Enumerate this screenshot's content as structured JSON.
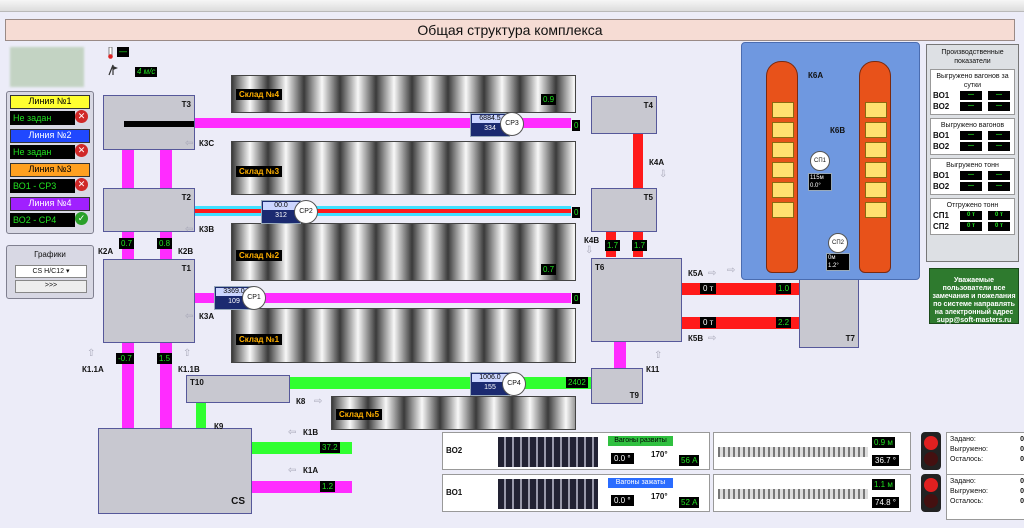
{
  "page_title": "Общая структура комплекса",
  "weather": {
    "temperature": "—",
    "wind": "4 м/с"
  },
  "lines": [
    {
      "label": "Линия №1",
      "value": "Не задан",
      "status": "error",
      "color": "#ffff30"
    },
    {
      "label": "Линия №2",
      "value": "Не задан",
      "status": "error",
      "color": "#2048ff"
    },
    {
      "label": "Линия №3",
      "value": "ВО1 - СР3",
      "status": "error",
      "color": "#ffa020"
    },
    {
      "label": "Линия №4",
      "value": "ВО2 - СР4",
      "status": "ok",
      "color": "#a020ff"
    }
  ],
  "charts_panel": {
    "title": "Графики",
    "selected": "CS Н/С12",
    "button": ">>>"
  },
  "warehouses": [
    {
      "label": "Склад №4"
    },
    {
      "label": "Склад №3"
    },
    {
      "label": "Склад №2"
    },
    {
      "label": "Склад №1"
    },
    {
      "label": "Склад №5"
    }
  ],
  "nodes": {
    "t3": "Т3",
    "t2": "Т2",
    "t1": "Т1",
    "t4": "Т4",
    "t5": "Т5",
    "t6": "Т6",
    "t7": "Т7",
    "t9": "Т9",
    "t10": "Т10",
    "cs": "CS"
  },
  "conveyors": {
    "k3c": "К3С",
    "k3b": "К3В",
    "k3a": "К3А",
    "k2a": "К2А",
    "k2b": "К2В",
    "k4a": "К4А",
    "k4b": "К4В",
    "k5a": "К5А",
    "k5b": "К5В",
    "k11": "К11",
    "k1_1a": "К1.1А",
    "k1_1b": "К1.1В",
    "k8": "К8",
    "k9": "К9",
    "k1b": "К1В",
    "k1a": "К1А",
    "k6a": "К6А",
    "k6b": "К6В"
  },
  "readings": {
    "v_k2a": "0.7",
    "v_k2b": "0.8",
    "v_k1_1a": "-0.7",
    "v_k1_1b": "1.5",
    "v_k4b": "1.7",
    "v_k4a": "1.7",
    "v_sr3_out": "0.9",
    "v_t4_in": "0",
    "v_t5_in": "0",
    "v_sr1_out": "0.7",
    "v_t6_in": "0",
    "v_k5a": "1.0",
    "v_k5b": "2.2",
    "v_k5a_w": "0 т",
    "v_k5b_w": "0 т",
    "v_k8": "2402",
    "v_k1b": "37.2",
    "v_k1a": "1.2"
  },
  "samplers": [
    {
      "name": "СР3",
      "top": "6884.5",
      "bottom": "334"
    },
    {
      "name": "СР2",
      "top": "00.0",
      "bottom": "312"
    },
    {
      "name": "СР1",
      "top": "3369.0",
      "bottom": "109"
    },
    {
      "name": "СР4",
      "top": "1006.0",
      "bottom": "155"
    }
  ],
  "port": {
    "sp1": "СП1",
    "sp1_speed": "115м",
    "sp1_angle": "0.0°",
    "sp2": "СП2",
    "sp2_speed": "0м",
    "sp2_angle": "1.2°"
  },
  "stats": {
    "title": "Производственные показатели",
    "sec1": "Выгружено вагонов за сутки",
    "sec2": "Выгружено вагонов",
    "sec3": "Выгружено тонн",
    "sec4": "Отгружено тонн",
    "r_vo1": "ВО1",
    "r_vo2": "ВО2",
    "r_sp1": "СП1",
    "r_sp2": "СП2",
    "v1a": "—",
    "v1b": "—",
    "v2a": "—",
    "v2b": "—",
    "v3a": "—",
    "v3b": "—",
    "v4a": "—",
    "v4b": "—",
    "v5a": "—",
    "v5b": "—",
    "v6a": "—",
    "v6b": "—",
    "v7a": "0 т",
    "v7b": "0 т",
    "v8a": "0 т",
    "v8b": "0 т"
  },
  "notice": "Уважаемые пользователи все замечания и пожелания по системе направлять на электронный адрес supp@soft-masters.ru",
  "dumpers": [
    {
      "name": "ВО2",
      "status": "Вагоны развиты",
      "angle": "0.0 °",
      "tilt": "170°",
      "current": "56 А",
      "dist": "0.9 м",
      "speed": "36.7 °"
    },
    {
      "name": "ВО1",
      "status": "Вагоны зажаты",
      "angle": "0.0 °",
      "tilt": "170°",
      "current": "52 А",
      "dist": "1.1 м",
      "speed": "74.8 °"
    }
  ],
  "counters_label": {
    "planned": "Задано:",
    "unloaded": "Выгружено:",
    "remaining": "Осталось:"
  },
  "counters": [
    {
      "planned": "0",
      "unloaded": "0",
      "remaining": "0"
    },
    {
      "planned": "0",
      "unloaded": "0",
      "remaining": "0"
    }
  ]
}
